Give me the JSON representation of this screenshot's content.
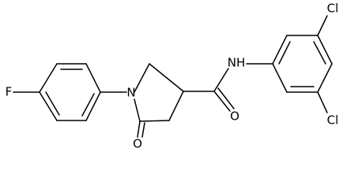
{
  "molecule": {
    "atoms": {
      "F": "F",
      "N_ring": "N",
      "NH": "NH",
      "O_ketone": "O",
      "O_amide": "O",
      "Cl_top": "Cl",
      "Cl_bottom": "Cl"
    }
  }
}
